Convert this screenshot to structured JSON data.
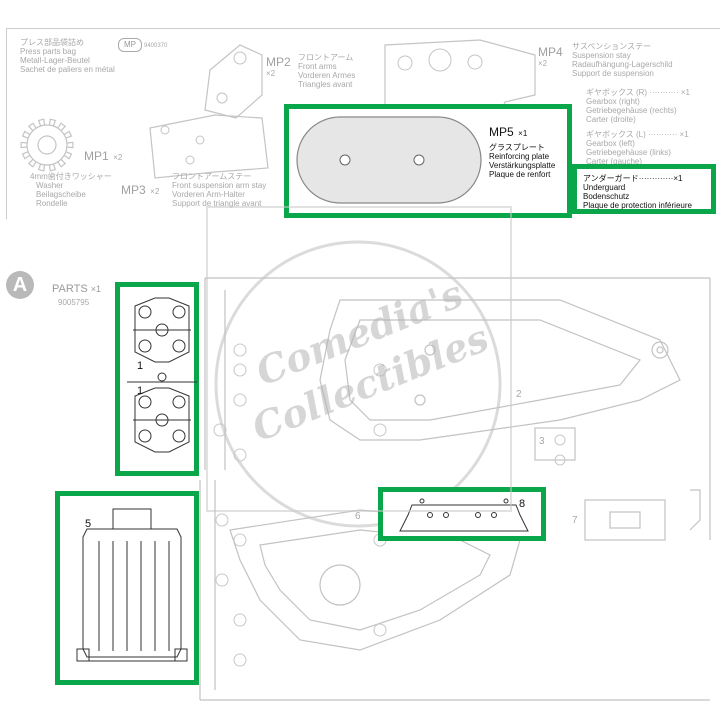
{
  "bag": {
    "title_jp": "プレス部品袋詰め",
    "title_en": "Press parts bag",
    "title_de": "Metall-Lager-Beutel",
    "title_fr": "Sachet de paliers en métal",
    "code_badge": "MP",
    "code_number": "9400370"
  },
  "parts": [
    {
      "id": "MP1",
      "qty": "×2",
      "jp": "4mm歯付きワッシャー",
      "en": "Washer",
      "de": "Beilagscheibe",
      "fr": "Rondelle"
    },
    {
      "id": "MP2",
      "qty": "×2",
      "jp": "フロントアーム",
      "en": "Front arms",
      "de": "Vorderen Armes",
      "fr": "Triangles avant"
    },
    {
      "id": "MP3",
      "qty": "×2",
      "jp": "フロントアームステー",
      "en": "Front suspension arm stay",
      "de": "Vorderen Arm-Halter",
      "fr": "Support de triangle avant"
    },
    {
      "id": "MP4",
      "qty": "×2",
      "jp": "サスペンションステー",
      "en": "Suspension stay",
      "de": "Radaufhängung-Lagerschild",
      "fr": "Support de suspension"
    }
  ],
  "gearbox_r": {
    "jp": "ギヤボックス (R)",
    "qty": "×1",
    "en": "Gearbox (right)",
    "de": "Getriebegehäuse (rechts)",
    "fr": "Carter (droite)"
  },
  "gearbox_l": {
    "jp": "ギヤボックス (L)",
    "qty": "×1",
    "en": "Gearbox (left)",
    "de": "Getriebegehäuse (links)",
    "fr": "Carter (gauche)"
  },
  "mp5": {
    "id": "MP5",
    "qty": "×1",
    "jp": "グラスプレート",
    "en": "Reinforcing plate",
    "de": "Verstärkungsplatte",
    "fr": "Plaque de renfort"
  },
  "underguard": {
    "jp": "アンダーガード",
    "dots": "·············",
    "qty": "×1",
    "en": "Underguard",
    "de": "Bodenschutz",
    "fr": "Plaque de protection inférieure"
  },
  "sprue_a": {
    "letter": "A",
    "label": "PARTS",
    "qty": "×1",
    "code": "9005795"
  },
  "part_numbers": {
    "p1a": "1",
    "p1b": "1",
    "p2": "2",
    "p3": "3",
    "p5": "5",
    "p6": "6",
    "p7": "7",
    "p8": "8"
  },
  "watermark": {
    "line1": "Comedia's",
    "line2": "Collectibles"
  },
  "colors": {
    "highlight": "#0aa64a",
    "line": "#b8b8b8",
    "text": "#9a9a9a"
  }
}
